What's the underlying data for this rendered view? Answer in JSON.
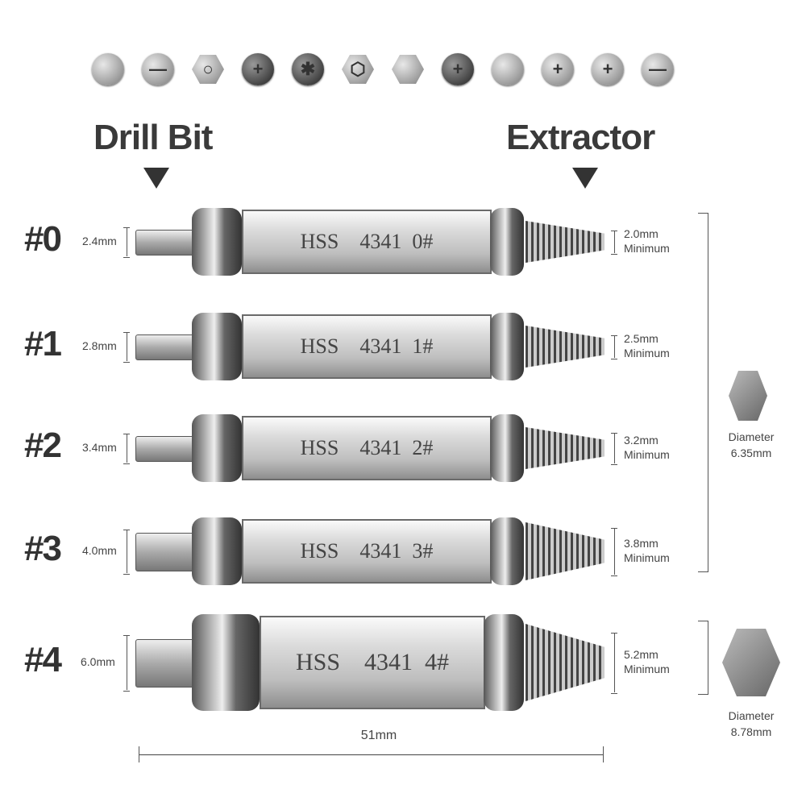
{
  "labels": {
    "drill_bit": "Drill Bit",
    "extractor": "Extractor"
  },
  "heads": [
    {
      "icon": "round-head-icon",
      "glyph": ""
    },
    {
      "icon": "slotted-head-icon",
      "glyph": "—"
    },
    {
      "icon": "hex-nut-icon",
      "glyph": "○"
    },
    {
      "icon": "phillips-head-icon",
      "glyph": "+"
    },
    {
      "icon": "torx-head-icon",
      "glyph": "✱"
    },
    {
      "icon": "hex-head-icon",
      "glyph": "⬡"
    },
    {
      "icon": "hex-bolt-icon",
      "glyph": ""
    },
    {
      "icon": "phillips-head-icon",
      "glyph": "+"
    },
    {
      "icon": "round-head-icon",
      "glyph": ""
    },
    {
      "icon": "phillips-head-icon",
      "glyph": "+"
    },
    {
      "icon": "phillips-head-icon",
      "glyph": "+"
    },
    {
      "icon": "slotted-head-icon",
      "glyph": "—"
    }
  ],
  "bits": [
    {
      "num": "#0",
      "drill": "2.4mm",
      "engraving": "HSS    4341  0#",
      "extract": "2.0mm",
      "min": "Minimum"
    },
    {
      "num": "#1",
      "drill": "2.8mm",
      "engraving": "HSS    4341  1#",
      "extract": "2.5mm",
      "min": "Minimum"
    },
    {
      "num": "#2",
      "drill": "3.4mm",
      "engraving": "HSS    4341  2#",
      "extract": "3.2mm",
      "min": "Minimum"
    },
    {
      "num": "#3",
      "drill": "4.0mm",
      "engraving": "HSS    4341  3#",
      "extract": "3.8mm",
      "min": "Minimum"
    },
    {
      "num": "#4",
      "drill": "6.0mm",
      "engraving": "HSS    4341  4#",
      "extract": "5.2mm",
      "min": "Minimum"
    }
  ],
  "diameters": [
    {
      "label": "Diameter",
      "value": "6.35mm"
    },
    {
      "label": "Diameter",
      "value": "8.78mm"
    }
  ],
  "length": "51mm"
}
